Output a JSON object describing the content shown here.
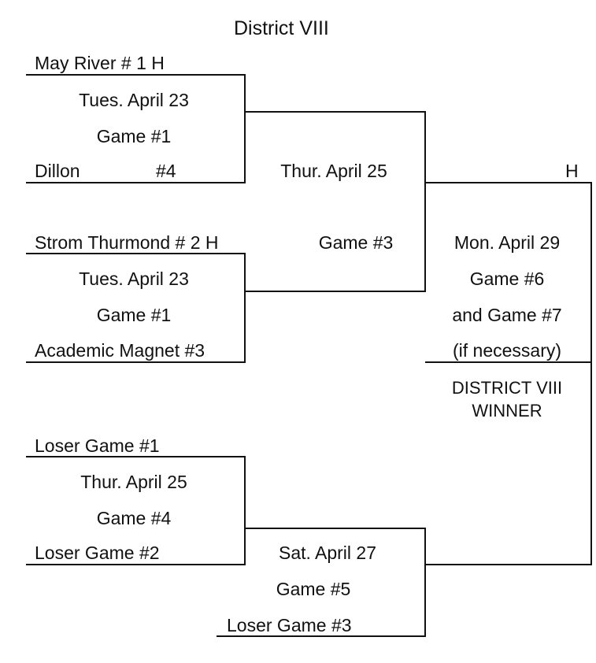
{
  "title": "District VIII",
  "bracket1": {
    "team_top": "May River  # 1  H",
    "date": "Tues.  April 23",
    "game": "Game #1",
    "team_bottom_name": "Dillon",
    "team_bottom_seed": "#4"
  },
  "bracket2": {
    "team_top": "Strom Thurmond # 2  H",
    "date": "Tues.  April 23",
    "game": "Game #1",
    "team_bottom": "Academic Magnet #3"
  },
  "game3": {
    "date": "Thur.  April 25",
    "game": "Game #3"
  },
  "final": {
    "home_marker": "H",
    "date": "Mon.  April 29",
    "game6": "Game #6",
    "game7": "and Game #7",
    "note": "(if necessary)",
    "winner_line1": "DISTRICT VIII",
    "winner_line2": "WINNER"
  },
  "bracket4": {
    "team_top": "Loser Game #1",
    "date": "Thur.  April 25",
    "game": "Game #4",
    "team_bottom": "Loser Game #2"
  },
  "game5": {
    "date": "Sat. April 27",
    "game": "Game #5",
    "team_bottom": "Loser Game #3"
  }
}
